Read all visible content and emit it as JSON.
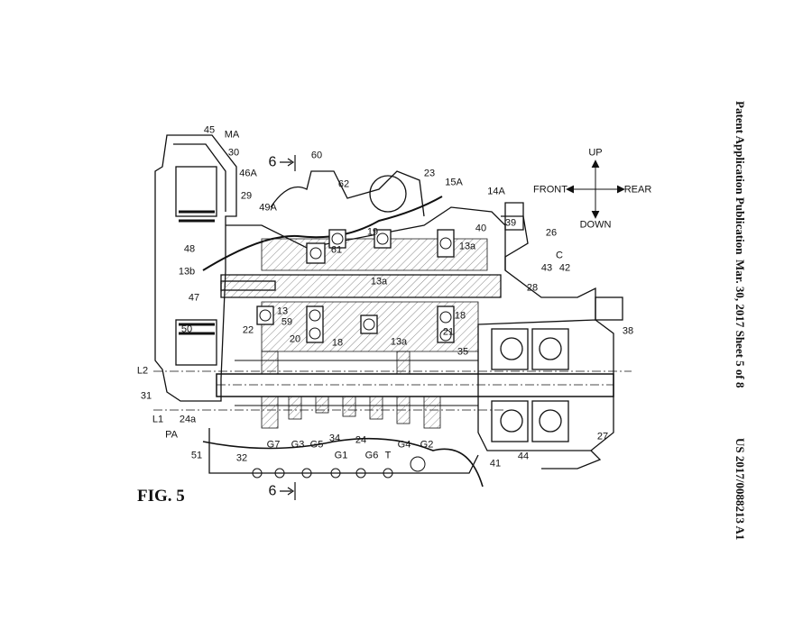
{
  "header": {
    "publication": "Patent Application Publication",
    "date_sheet": "Mar. 30, 2017  Sheet 5 of 8",
    "number": "US 2017/0088213 A1"
  },
  "figure_label": "FIG. 5",
  "directions": {
    "up": "UP",
    "down": "DOWN",
    "front": "FRONT",
    "rear": "REAR"
  },
  "section_marks": {
    "top": "6",
    "bottom": "6"
  },
  "labels": [
    "45",
    "MA",
    "30",
    "46A",
    "60",
    "62",
    "23",
    "15A",
    "14A",
    "29",
    "49A",
    "40",
    "39",
    "26",
    "19",
    "13a",
    "61",
    "48",
    "C",
    "43",
    "42",
    "13b",
    "13a",
    "28",
    "47",
    "13",
    "59",
    "22",
    "20",
    "18",
    "13a",
    "21",
    "18",
    "50",
    "38",
    "35",
    "L2",
    "31",
    "L1",
    "24a",
    "PA",
    "G7",
    "G3",
    "G5",
    "34",
    "24",
    "G1",
    "G6",
    "T",
    "G4",
    "G2",
    "41",
    "44",
    "27",
    "51",
    "32"
  ]
}
